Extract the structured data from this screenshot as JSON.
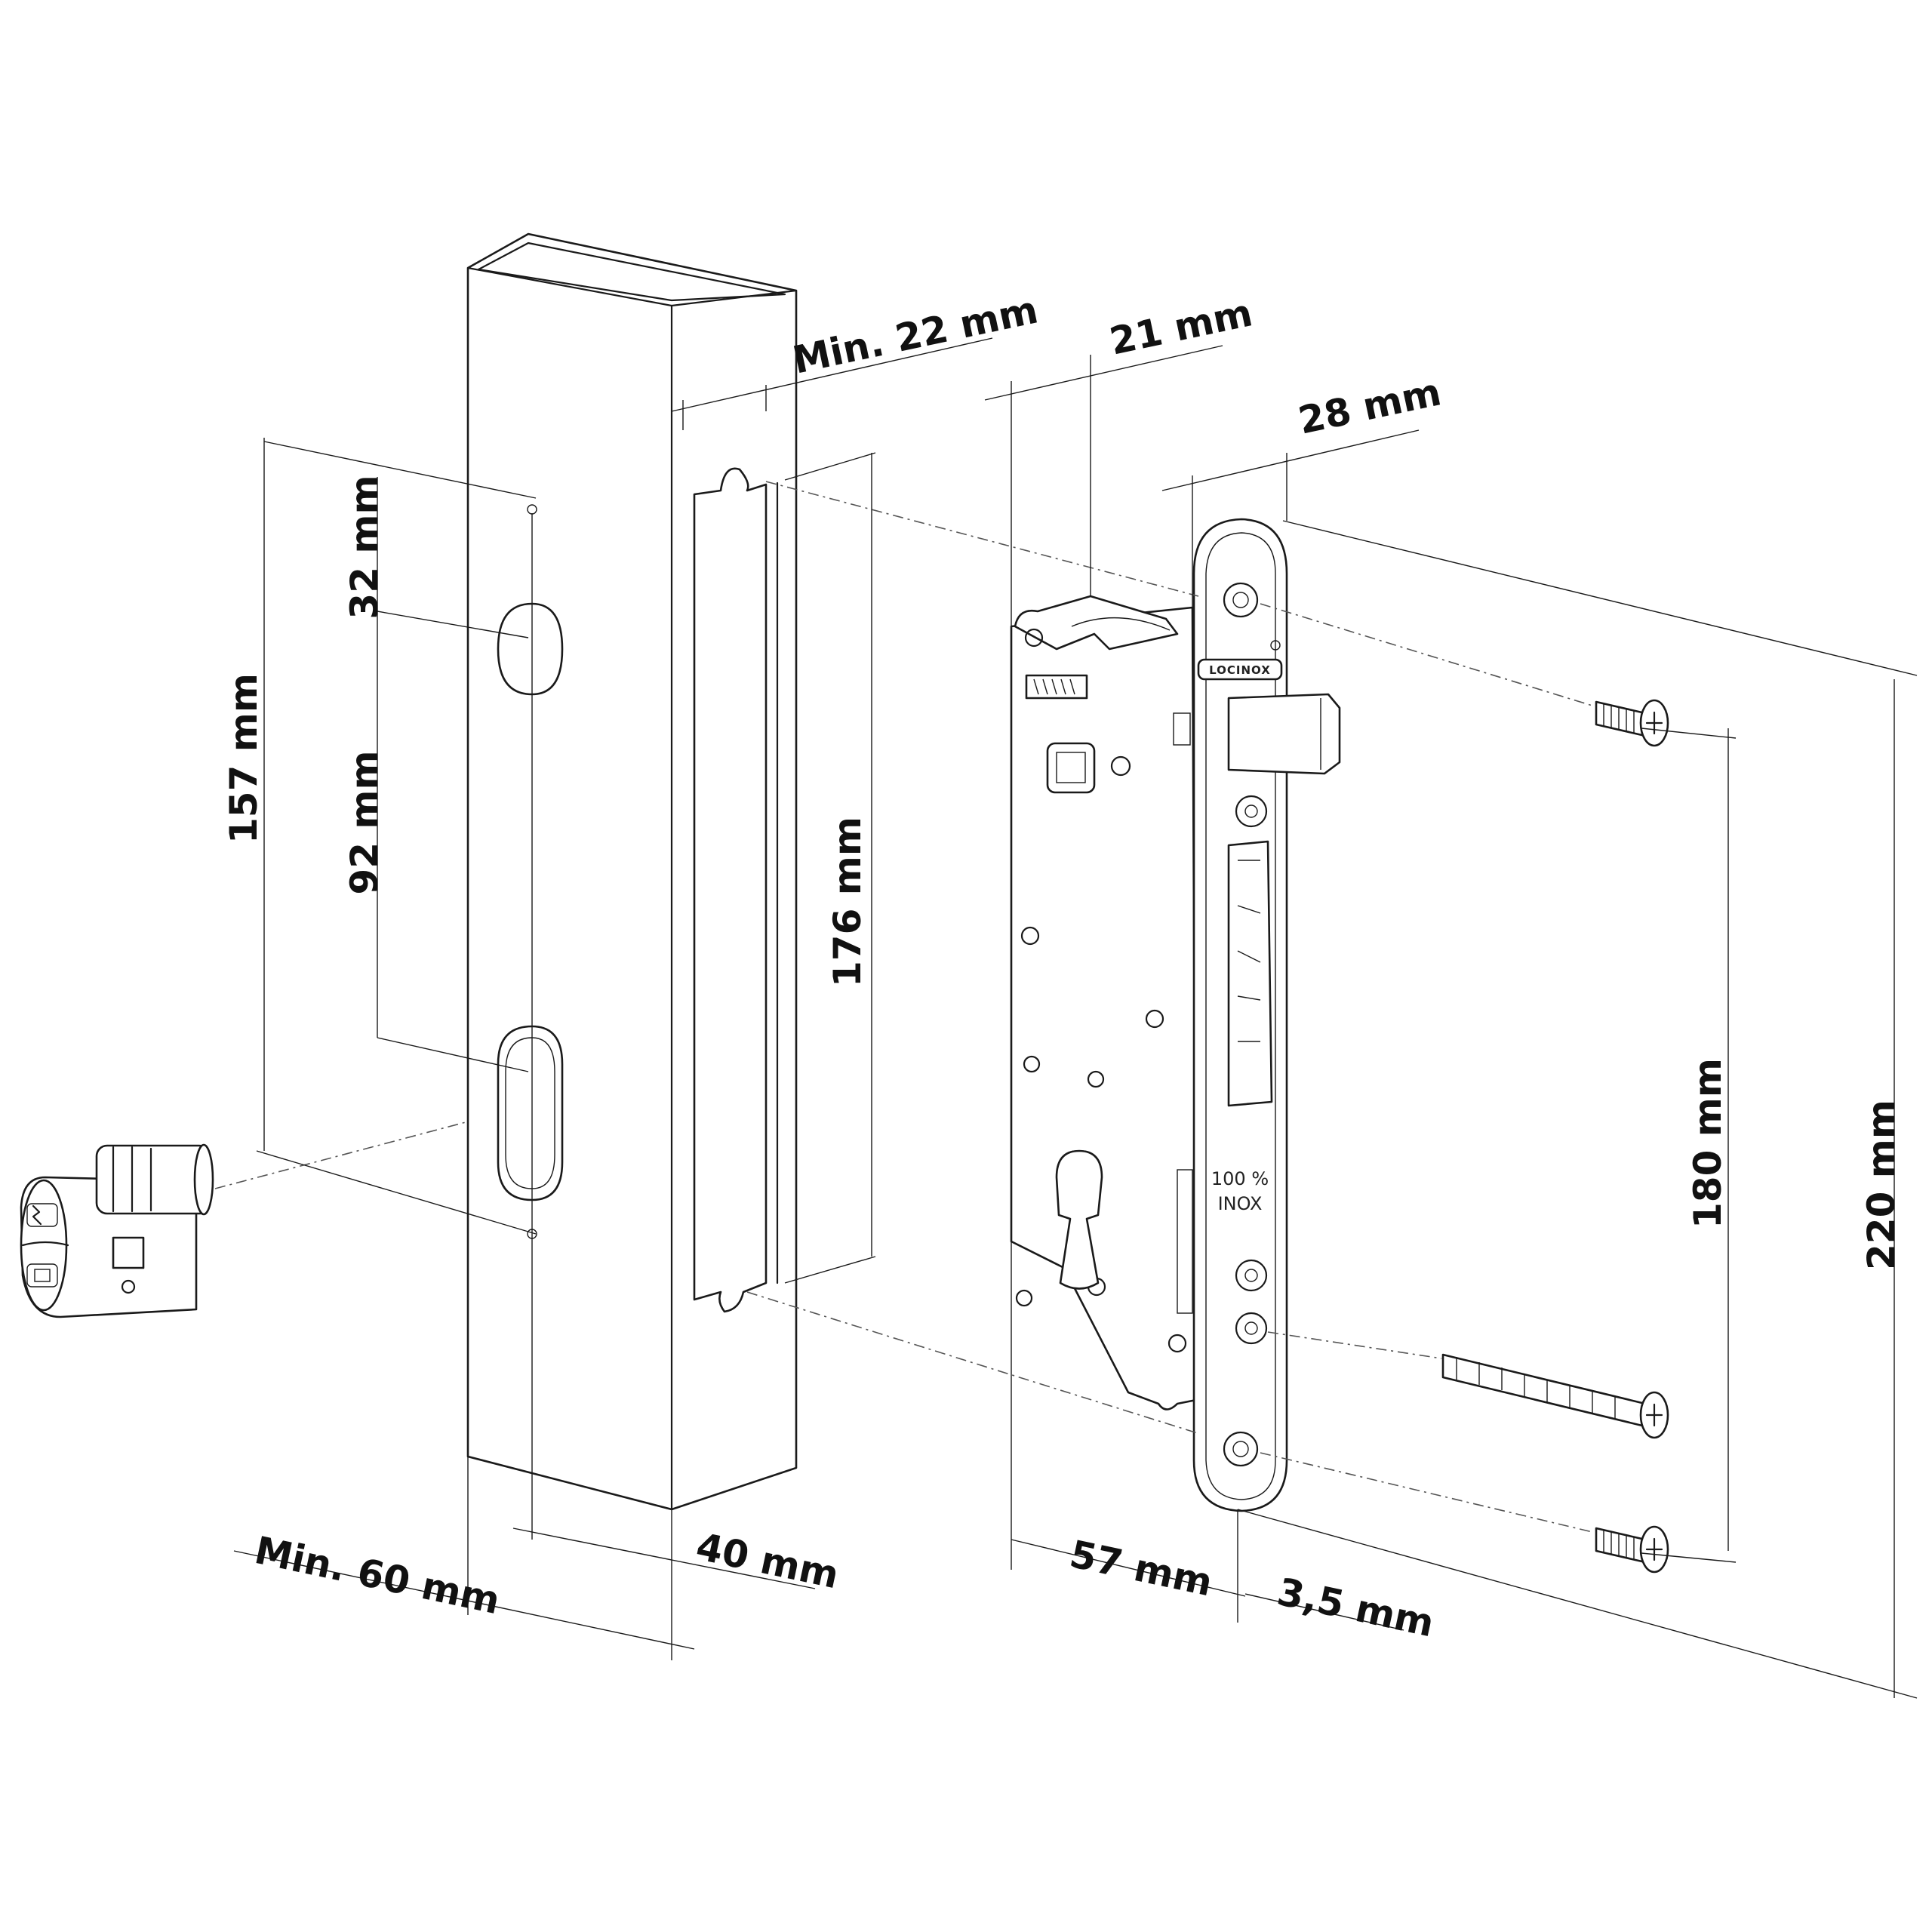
{
  "dimensions": {
    "min_22": "Min. 22 mm",
    "d21": "21 mm",
    "d28": "28 mm",
    "d32": "32 mm",
    "d157": "157 mm",
    "d92": "92 mm",
    "d176": "176 mm",
    "d180": "180 mm",
    "d220": "220 mm",
    "min_60": "Min. 60 mm",
    "d40": "40 mm",
    "d57": "57 mm",
    "d3_5": "3,5 mm"
  },
  "lock": {
    "brand": "LOCINOX",
    "material_line1": "100 %",
    "material_line2": "INOX"
  }
}
